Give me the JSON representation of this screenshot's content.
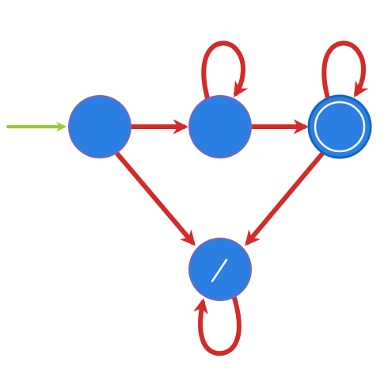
{
  "diagram": {
    "type": "finite-automaton",
    "colors": {
      "background": "#ffffff",
      "state_fill": "#2b7fe3",
      "state_stroke": "#7a67b8",
      "accept_ring": "#ffffff",
      "accept_outer": "#1565c0",
      "transition": "#d42a2a",
      "start_arrow": "#9acd32",
      "dead_mark": "#ffffff"
    },
    "states": [
      {
        "id": "q0",
        "role": "start",
        "accepting": false
      },
      {
        "id": "q1",
        "role": "normal",
        "accepting": false
      },
      {
        "id": "q2",
        "role": "normal",
        "accepting": true
      },
      {
        "id": "q3",
        "role": "dead",
        "accepting": false
      }
    ],
    "transitions": [
      {
        "from": "q0",
        "to": "q1"
      },
      {
        "from": "q1",
        "to": "q1"
      },
      {
        "from": "q1",
        "to": "q2"
      },
      {
        "from": "q2",
        "to": "q2"
      },
      {
        "from": "q0",
        "to": "q3"
      },
      {
        "from": "q2",
        "to": "q3"
      },
      {
        "from": "q3",
        "to": "q3"
      }
    ]
  }
}
